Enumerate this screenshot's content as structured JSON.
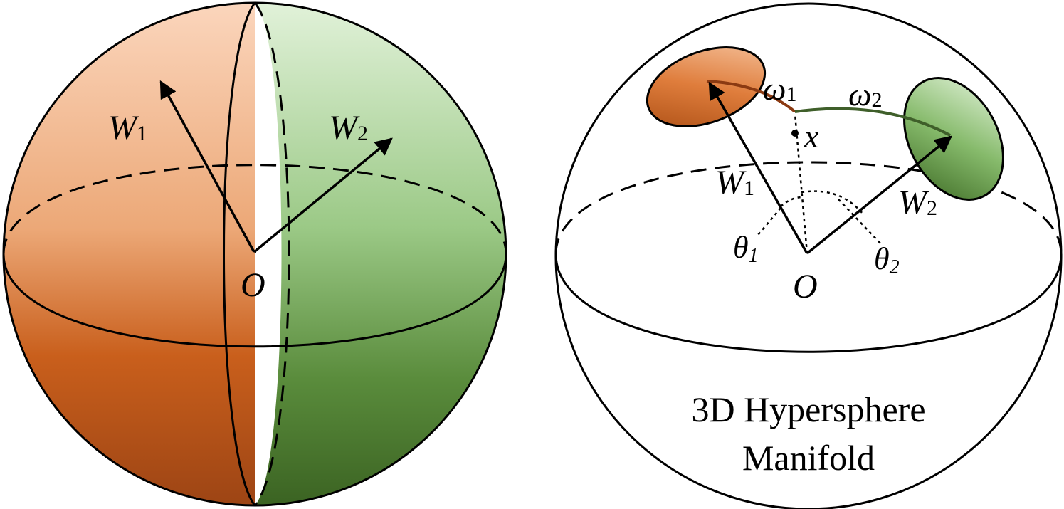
{
  "left_sphere": {
    "labels": {
      "w1_main": "W",
      "w1_sub": "1",
      "w2_main": "W",
      "w2_sub": "2",
      "origin": "O"
    },
    "colors": {
      "orange_light": "#fbd3b8",
      "orange_dark": "#9e4512",
      "green_light": "#d9eed0",
      "green_dark": "#3f6b25"
    }
  },
  "right_sphere": {
    "labels": {
      "w1_main": "W",
      "w1_sub": "1",
      "w2_main": "W",
      "w2_sub": "2",
      "origin": "O",
      "x": "x",
      "omega1_main": "ω",
      "omega1_sub": "1",
      "omega2_main": "ω",
      "omega2_sub": "2",
      "theta1_main": "θ",
      "theta1_sub": "1",
      "theta2_main": "θ",
      "theta2_sub": "2"
    },
    "caption": [
      "3D Hypersphere",
      "Manifold"
    ],
    "colors": {
      "arc1": "#8b3a12",
      "arc2": "#3f5f2a"
    }
  }
}
